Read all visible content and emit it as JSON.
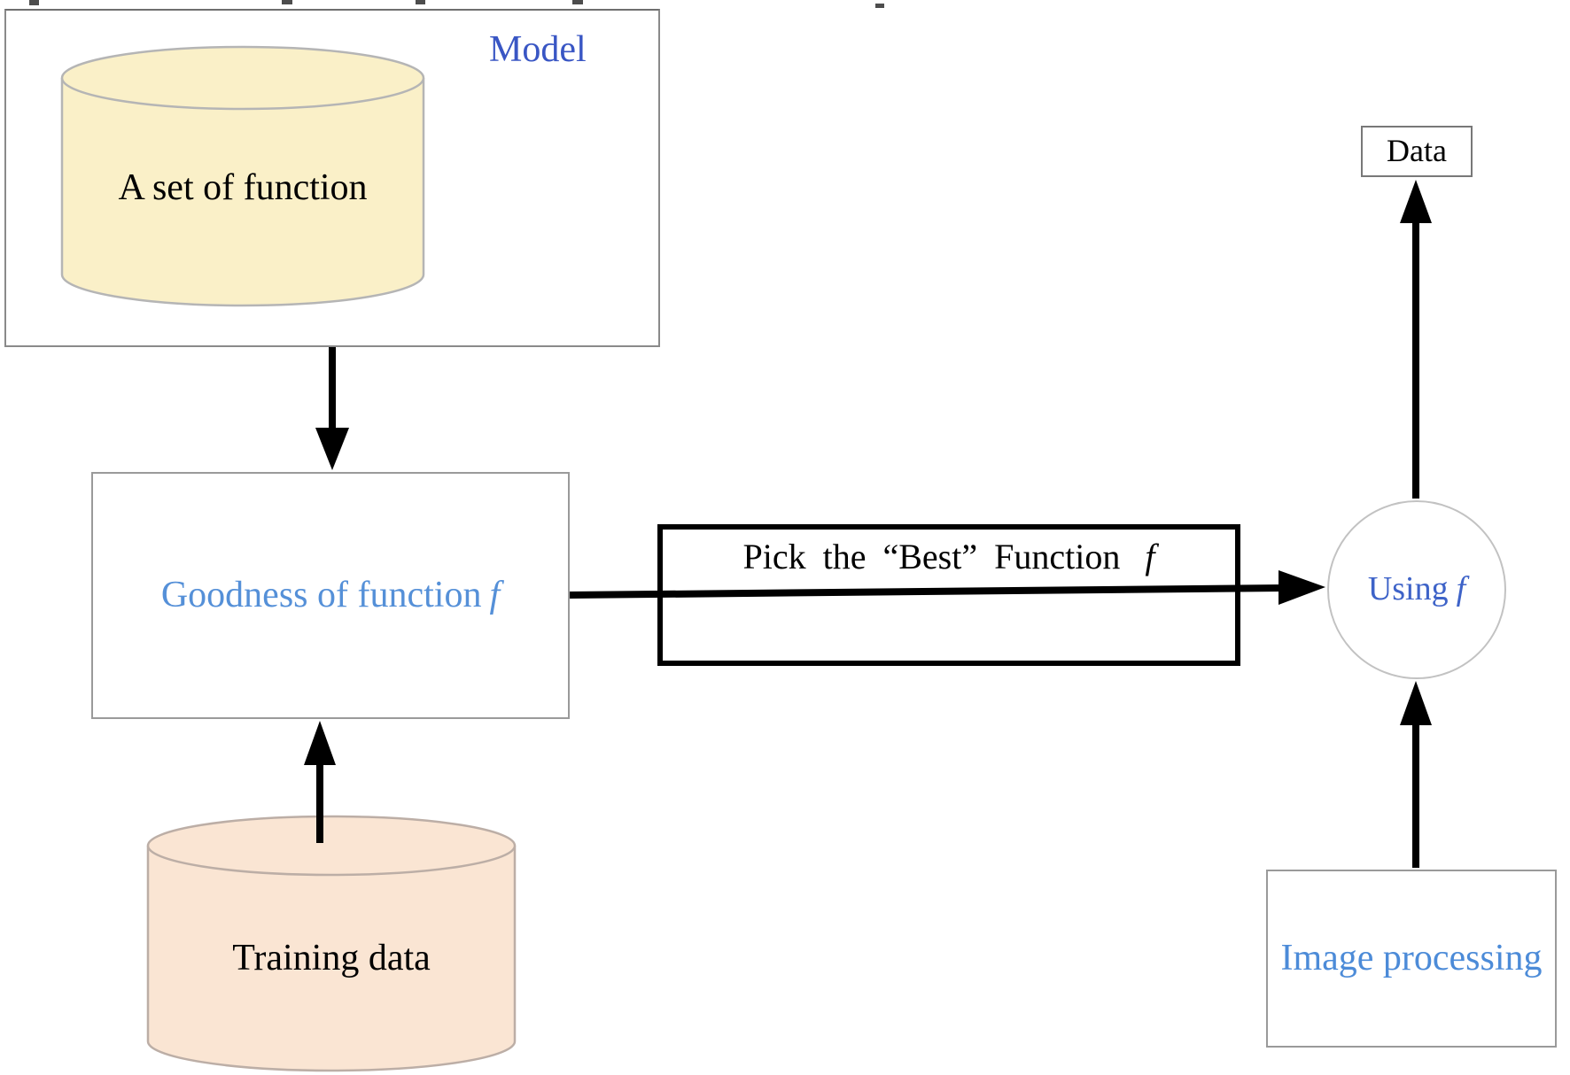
{
  "diagram": {
    "model_box": {
      "title": "Model"
    },
    "function_set_cylinder": {
      "label": "A set of function"
    },
    "goodness_box": {
      "label": "Goodness of function",
      "f": "f"
    },
    "training_cylinder": {
      "label": "Training data"
    },
    "pick_best_box": {
      "label": "Pick the “Best” Function",
      "f": "f"
    },
    "using_circle": {
      "label": "Using",
      "f": "f"
    },
    "data_box": {
      "label": "Data"
    },
    "image_processing_box": {
      "label": "Image processing"
    }
  },
  "colors": {
    "model_text": "#3956C4",
    "goodness_text": "#5590D8",
    "using_text": "#3E63C8",
    "image_processing_text": "#4C8BD8",
    "function_cylinder_fill": "#FAF0C8",
    "function_cylinder_stroke": "#b5b5b5",
    "training_cylinder_fill": "#FAE5D3",
    "training_cylinder_stroke": "#bcaea6",
    "thin_border": "#8f8f8f",
    "thick_border": "#000000",
    "arrow": "#000000",
    "background": "#ffffff"
  }
}
